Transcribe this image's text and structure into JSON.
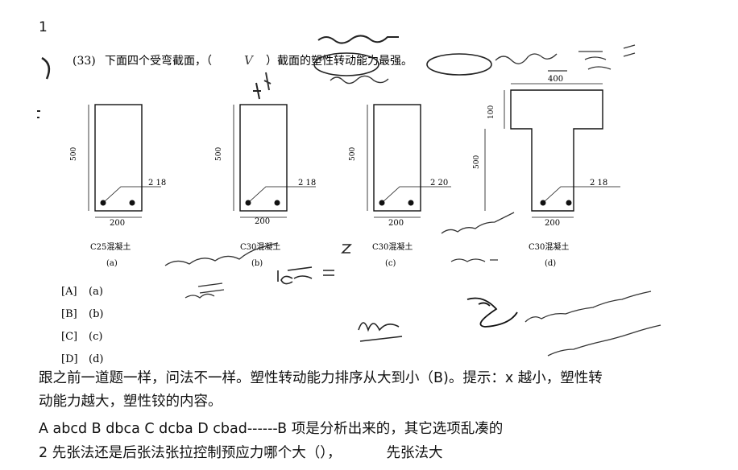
{
  "page": {
    "question_number": "1"
  },
  "scan": {
    "question_prefix": "(33)",
    "question_text": "下面四个受弯截面，（",
    "question_answer_mark": "V",
    "question_text_end": "）截面的塑性转动能力最强。",
    "sections": [
      {
        "height": "500",
        "bars": "2  18",
        "width": "200",
        "concrete": "C25混凝土",
        "label": "(a)"
      },
      {
        "height": "500",
        "bars": "2  18",
        "width": "200",
        "concrete": "C30混凝土",
        "label": "(b)"
      },
      {
        "height": "500",
        "bars": "2  20",
        "width": "200",
        "concrete": "C30混凝土",
        "label": "(c)"
      },
      {
        "height": "500",
        "bars": "2  18",
        "width": "200",
        "concrete": "C30混凝土",
        "label": "(d)",
        "flange_width": "400",
        "flange_height": "100"
      }
    ],
    "options": [
      {
        "key": "[A]",
        "value": "(a)"
      },
      {
        "key": "[B]",
        "value": "(b)"
      },
      {
        "key": "[C]",
        "value": "(c)"
      },
      {
        "key": "[D]",
        "value": "(d)"
      }
    ]
  },
  "text": {
    "line1": "跟之前一道题一样，问法不一样。塑性转动能力排序从大到小（B)。提示：x 越小，塑性转",
    "line2": "动能力越大，塑性铰的内容。",
    "line3": "A abcd B dbca C dcba D cbad------B 项是分析出来的，其它选项乱凑的",
    "line4_question": "2  先张法还是后张法张拉控制预应力哪个大（），",
    "line4_answer": "先张法大"
  }
}
